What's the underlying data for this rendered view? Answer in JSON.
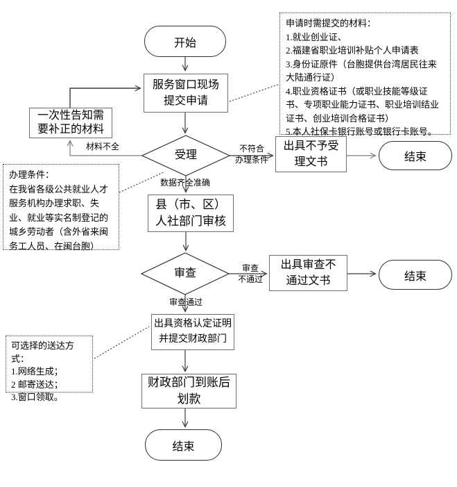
{
  "diagram": {
    "nodes": {
      "start": "开始",
      "submit": "服务窗口现场\n提交申请",
      "notify": "一次性告知需\n要补正的材料",
      "accept": "受理",
      "reject_doc": "出具不予受\n理文书",
      "end_reject": "结束",
      "county": "县（市、区）\n人社部门审核",
      "review": "审查",
      "fail_doc": "出具审查不\n通过文书",
      "end_fail": "结束",
      "cert": "出具资格认定证明\n并提交财政部门",
      "finance": "财政部门到账后\n划款",
      "end_final": "结束"
    },
    "edge_labels": {
      "incomplete": "材料不全",
      "not_meet": "不符合\n办理条件",
      "data_ok": "数据齐全准确",
      "review_fail": "审查\n不通过",
      "review_pass": "审查通过"
    },
    "annotations": {
      "materials": {
        "title": "申请时需提交的材料：",
        "items": [
          "1.就业创业证、",
          "2.福建省职业培训补贴个人申请表",
          "3.身份证原件（台胞提供台湾居民往来大陆通行证）",
          "4.职业资格证书（或职业技能等级证书、专项职业能力证书、职业培训结业证书、创业培训合格证书）",
          "5.本人社保卡银行账号或银行卡账号。"
        ]
      },
      "conditions": {
        "title": "办理条件：",
        "body": "在我省各级公共就业人才服务机构办理求职、失业、就业等实名制登记的城乡劳动者（含外省来闽务工人员、在闽台胞）"
      },
      "delivery": {
        "title": "可选择的送达方式：",
        "items": [
          "1.网络生成；",
          "2 邮寄送达；",
          "3.窗口领取。"
        ]
      }
    },
    "colors": {
      "background": "#ffffff",
      "line": "#3a3a3a",
      "box_border": "#6f6f6f",
      "text": "#000000"
    }
  }
}
